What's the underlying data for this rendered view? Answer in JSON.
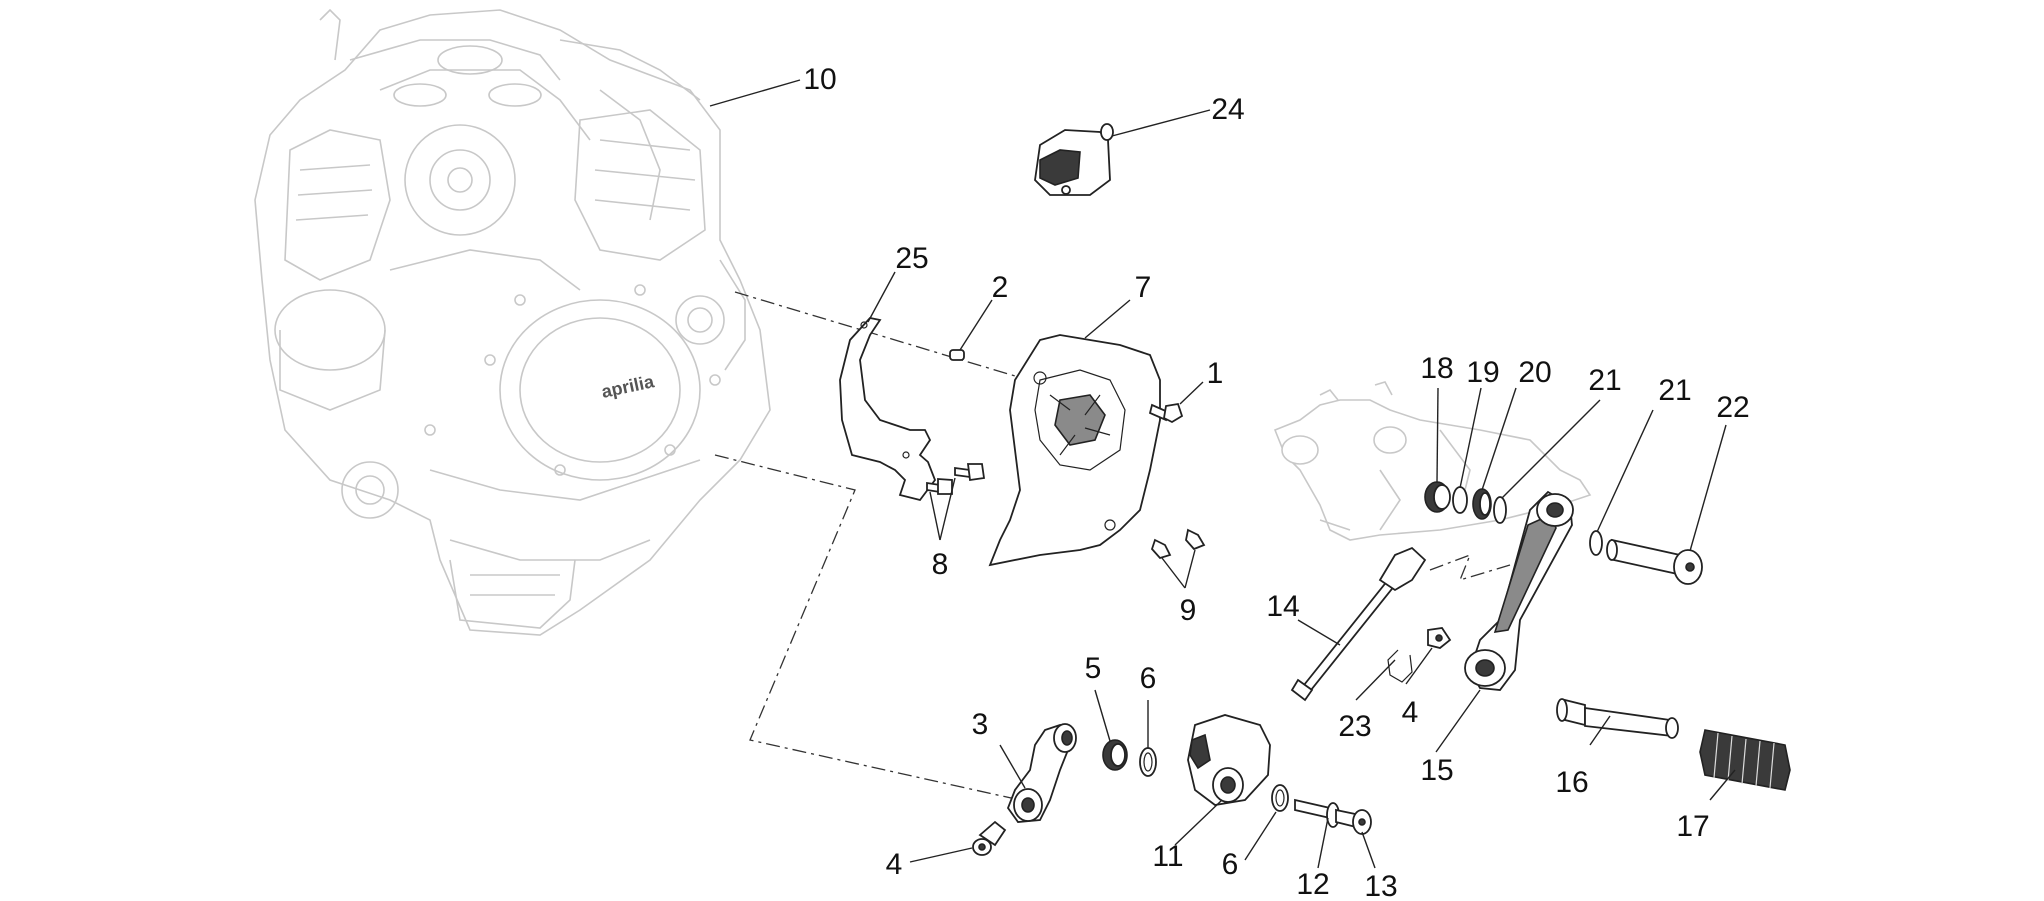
{
  "diagram": {
    "brand_label": "aprilia",
    "labels": [
      {
        "key": "10",
        "text": "10"
      },
      {
        "key": "24",
        "text": "24"
      },
      {
        "key": "25",
        "text": "25"
      },
      {
        "key": "2",
        "text": "2"
      },
      {
        "key": "7",
        "text": "7"
      },
      {
        "key": "1",
        "text": "1"
      },
      {
        "key": "8",
        "text": "8"
      },
      {
        "key": "9",
        "text": "9"
      },
      {
        "key": "18",
        "text": "18"
      },
      {
        "key": "19",
        "text": "19"
      },
      {
        "key": "20",
        "text": "20"
      },
      {
        "key": "21a",
        "text": "21"
      },
      {
        "key": "21b",
        "text": "21"
      },
      {
        "key": "22",
        "text": "22"
      },
      {
        "key": "14",
        "text": "14"
      },
      {
        "key": "23",
        "text": "23"
      },
      {
        "key": "4a",
        "text": "4"
      },
      {
        "key": "15",
        "text": "15"
      },
      {
        "key": "16",
        "text": "16"
      },
      {
        "key": "17",
        "text": "17"
      },
      {
        "key": "5",
        "text": "5"
      },
      {
        "key": "6a",
        "text": "6"
      },
      {
        "key": "3",
        "text": "3"
      },
      {
        "key": "4b",
        "text": "4"
      },
      {
        "key": "11",
        "text": "11"
      },
      {
        "key": "6b",
        "text": "6"
      },
      {
        "key": "12",
        "text": "12"
      },
      {
        "key": "13",
        "text": "13"
      }
    ]
  }
}
